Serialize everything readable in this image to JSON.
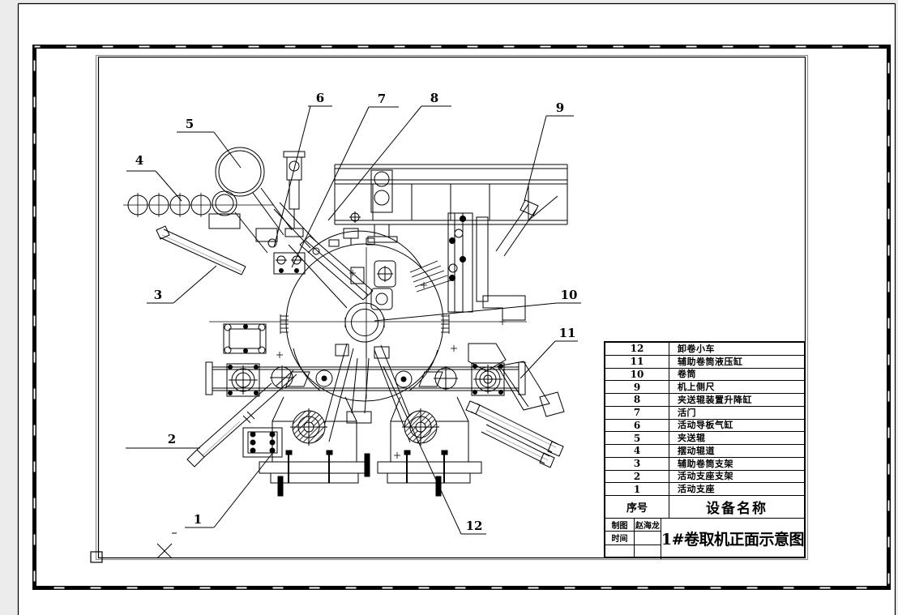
{
  "colors": {
    "page_bg": "#ececec",
    "paper": "#ffffff",
    "line": "#000000",
    "border_gray": "#909090",
    "cylinder_highlight_gray": "#b0b0b0"
  },
  "parts_table": {
    "seq_header": "序号",
    "name_header": "设备名称",
    "rows": [
      {
        "no": "12",
        "name": "卸卷小车"
      },
      {
        "no": "11",
        "name": "辅助卷筒液压缸"
      },
      {
        "no": "10",
        "name": "卷筒"
      },
      {
        "no": "9",
        "name": "机上侧尺"
      },
      {
        "no": "8",
        "name": "夹送辊装置升降缸"
      },
      {
        "no": "7",
        "name": "活门"
      },
      {
        "no": "6",
        "name": "活动导板气缸"
      },
      {
        "no": "5",
        "name": "夹送辊"
      },
      {
        "no": "4",
        "name": "摆动辊道"
      },
      {
        "no": "3",
        "name": "辅助卷筒支架"
      },
      {
        "no": "2",
        "name": "活动支座支架"
      },
      {
        "no": "1",
        "name": "活动支座"
      }
    ]
  },
  "title_block": {
    "drafter_label": "制图",
    "drafter_name": "赵海龙",
    "date_label": "时间",
    "date_value": "",
    "drawing_title": "1#卷取机正面示意图"
  },
  "callouts": [
    {
      "num": "1",
      "label": [
        244,
        646
      ],
      "underline": [
        228,
        264,
        651
      ],
      "leader": [
        264,
        651,
        338,
        557
      ]
    },
    {
      "num": "2",
      "label": [
        212,
        547
      ],
      "underline": [
        155,
        247,
        553
      ],
      "leader": null
    },
    {
      "num": "3",
      "label": [
        195,
        369
      ],
      "underline": [
        181,
        214,
        374
      ],
      "leader": [
        214,
        374,
        267,
        328
      ]
    },
    {
      "num": "4",
      "label": [
        172,
        203
      ],
      "underline": [
        156,
        192,
        211
      ],
      "leader": [
        192,
        211,
        224,
        248
      ]
    },
    {
      "num": "5",
      "label": [
        234,
        158
      ],
      "underline": [
        218,
        264,
        163
      ],
      "leader": [
        264,
        163,
        297,
        207
      ]
    },
    {
      "num": "6",
      "label": [
        395,
        126
      ],
      "underline": [
        380,
        410,
        131
      ],
      "leader": [
        383,
        131,
        338,
        305
      ]
    },
    {
      "num": "7",
      "label": [
        471,
        127
      ],
      "underline": [
        455,
        492,
        132
      ],
      "leader": [
        455,
        132,
        360,
        330
      ]
    },
    {
      "num": "8",
      "label": [
        536,
        126
      ],
      "underline": [
        520,
        557,
        131
      ],
      "leader": [
        520,
        131,
        405,
        272
      ]
    },
    {
      "num": "9",
      "label": [
        691,
        138
      ],
      "underline": [
        674,
        708,
        143
      ],
      "leader": [
        674,
        143,
        647,
        248
      ]
    },
    {
      "num": "10",
      "label": [
        702,
        369
      ],
      "underline": [
        687,
        717,
        374
      ],
      "leader": [
        687,
        374,
        462,
        396
      ]
    },
    {
      "num": "11",
      "label": [
        700,
        416
      ],
      "underline": [
        685,
        713,
        421
      ],
      "leader": [
        685,
        421,
        642,
        467
      ]
    },
    {
      "num": "12",
      "label": [
        585,
        654
      ],
      "underline": [
        569,
        600,
        659
      ],
      "leader": [
        569,
        659,
        473,
        452
      ]
    }
  ]
}
